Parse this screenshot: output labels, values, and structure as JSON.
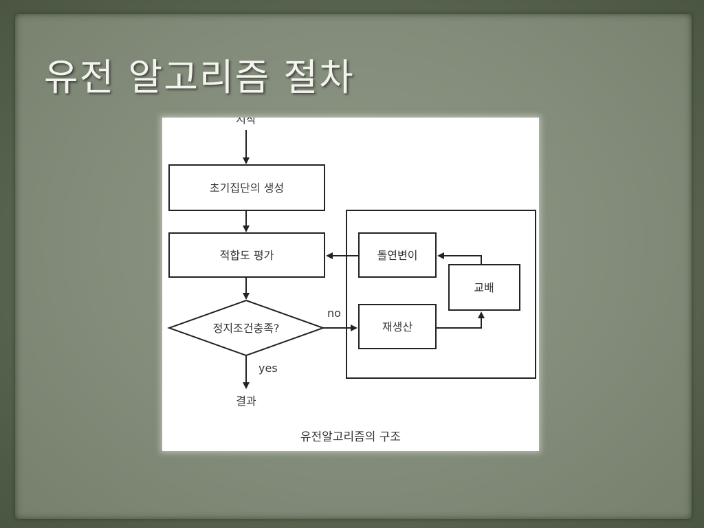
{
  "slide": {
    "title": "유전 알고리즘 절차"
  },
  "diagram": {
    "start_label": "시작",
    "step_init": "초기집단의 생성",
    "step_fitness": "적합도 평가",
    "decision": "정지조건충족?",
    "branch_no": "no",
    "branch_yes": "yes",
    "end_label": "결과",
    "step_mutation": "돌연변이",
    "step_crossover": "교배",
    "step_reproduction": "재생산",
    "caption": "유전알고리즘의 구조"
  }
}
